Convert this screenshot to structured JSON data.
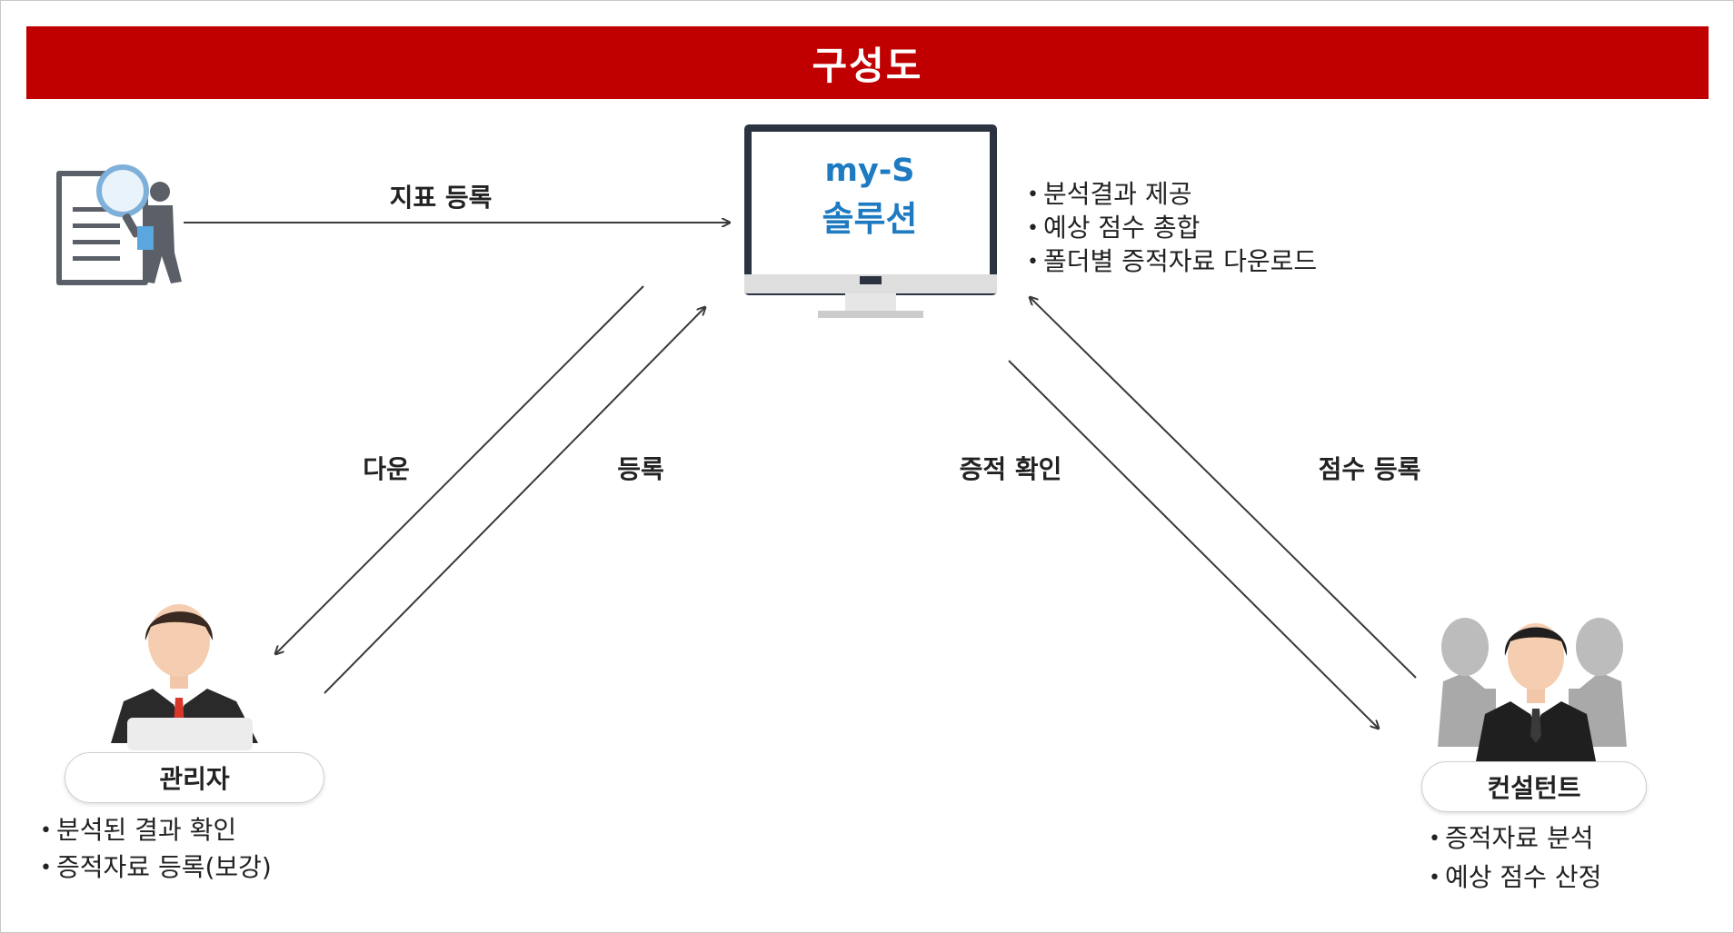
{
  "colors": {
    "title_bg": "#c00000",
    "title_text": "#ffffff",
    "solution_text": "#1f7bc1",
    "arrow": "#3a3a3a",
    "monitor_frame": "#2b3240",
    "monitor_stand": "#dcdcdc"
  },
  "header": {
    "title": "구성도"
  },
  "solution": {
    "name_line1": "my-S",
    "name_line2": "솔루션",
    "features": [
      "분석결과 제공",
      "예상 점수 총합",
      "폴더별 증적자료 다운로드"
    ]
  },
  "flows": {
    "register_indicator": "지표 등록",
    "download": "다운",
    "register": "등록",
    "check_evidence": "증적 확인",
    "register_score": "점수 등록"
  },
  "admin": {
    "label": "관리자",
    "tasks": [
      "분석된 결과 확인",
      "증적자료 등록(보강)"
    ]
  },
  "consultant": {
    "label": "컨설턴트",
    "tasks": [
      "증적자료 분석",
      "예상 점수 산정"
    ]
  },
  "icons": {
    "document_search": "document-search-icon",
    "monitor": "monitor-icon",
    "admin": "admin-person-icon",
    "consultant": "consultant-group-icon"
  },
  "bullet_char": "•"
}
